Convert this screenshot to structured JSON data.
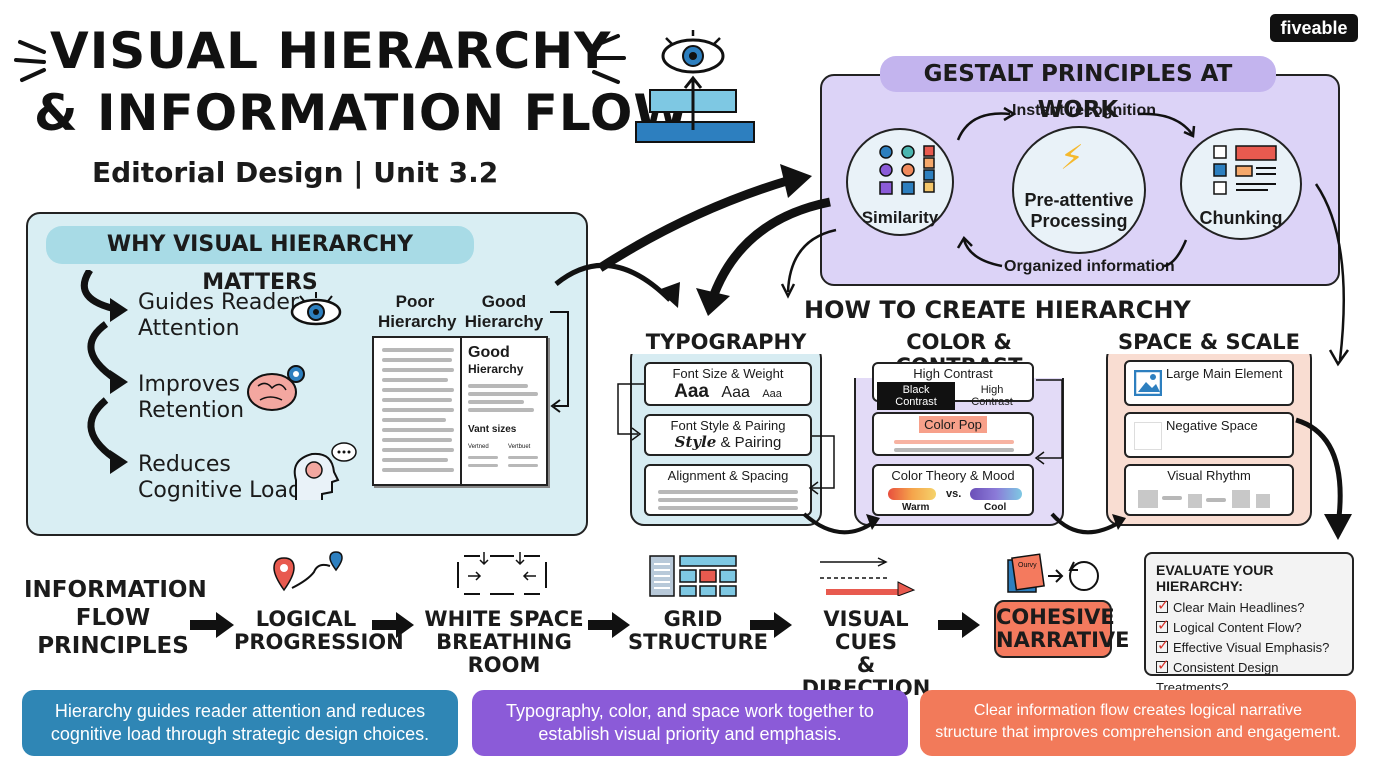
{
  "brand": "fiveable",
  "title_line1": "VISUAL HIERARCHY",
  "title_line2": "& INFORMATION FLOW",
  "subtitle": "Editorial Design | Unit 3.2",
  "why": {
    "heading": "WHY VISUAL HIERARCHY MATTERS",
    "items": [
      {
        "line1": "Guides Reader",
        "line2": "Attention",
        "icon": "eye-icon"
      },
      {
        "line1": "Improves",
        "line2": "Retention",
        "icon": "brain-gear-icon"
      },
      {
        "line1": "Reduces",
        "line2": "Cognitive Load",
        "icon": "head-thought-icon"
      }
    ],
    "poor_label": "Poor\nHierarchy",
    "good_label": "Good\nHierarchy",
    "doc_title": "Good",
    "doc_sub": "Hierarchy",
    "doc_mid": "Vant sizes",
    "doc_col1": "Vertned",
    "doc_col2": "Vertbuet"
  },
  "gestalt": {
    "heading": "GESTALT PRINCIPLES AT WORK",
    "top_label": "Instant recognition",
    "bottom_label": "Organized information",
    "circles": [
      "Similarity",
      "Pre-attentive\nProcessing",
      "Chunking"
    ]
  },
  "create_heading": "HOW TO CREATE HIERARCHY",
  "typography": {
    "heading": "TYPOGRAPHY",
    "card1": "Font Size & Weight",
    "aaa": [
      "Aaa",
      "Aaa",
      "Aaa"
    ],
    "card2": "Font Style & Pairing",
    "card2_style": "Style",
    "card2_rest": "& Pairing",
    "card3": "Alignment & Spacing"
  },
  "color": {
    "heading": "COLOR & CONTRAST",
    "card1": "High Contrast",
    "black": "Black Contrast",
    "high": "High Contrast",
    "card2": "Color Pop",
    "card3": "Color Theory & Mood",
    "warm": "Warm",
    "vs": "vs.",
    "cool": "Cool"
  },
  "space": {
    "heading": "SPACE & SCALE",
    "card1": "Large Main Element",
    "card2": "Negative Space",
    "card3": "Visual Rhythm"
  },
  "flow": {
    "heading": "INFORMATION\nFLOW\nPRINCIPLES",
    "steps": [
      "LOGICAL\nPROGRESSION",
      "WHITE SPACE\nBREATHING ROOM",
      "GRID\nSTRUCTURE",
      "VISUAL CUES\n& DIRECTION",
      "COHESIVE\nNARRATIVE"
    ],
    "note_text": "Ourvy"
  },
  "evaluate": {
    "heading": "EVALUATE YOUR HIERARCHY:",
    "items": [
      "Clear Main Headlines?",
      "Logical Content Flow?",
      "Effective Visual Emphasis?",
      "Consistent Design Treatments?"
    ]
  },
  "footer": [
    "Hierarchy guides reader attention and reduces\ncognitive load through strategic design choices.",
    "Typography, color, and space work together to\nestablish visual priority and emphasis.",
    "Clear information flow creates logical narrative\nstructure that improves comprehension and engagement."
  ],
  "colors": {
    "why_bg": "#d9eef3",
    "why_pill": "#a8dbe6",
    "gestalt_bg": "#dcd3f7",
    "typo_bg": "#d7ecf2",
    "color_bg": "#e3dbf7",
    "space_bg": "#f9ddd2",
    "footer_blue": "#2f86b5",
    "footer_purple": "#8b5bd8",
    "footer_orange": "#f27a5a",
    "cohesive": "#f47a5e"
  }
}
